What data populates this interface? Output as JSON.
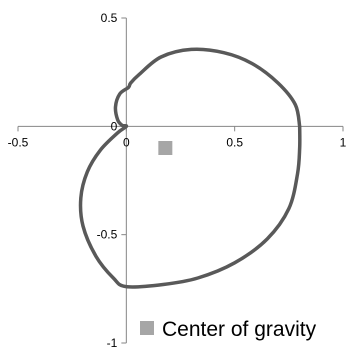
{
  "chart_data": {
    "type": "scatter",
    "title": "",
    "xlabel": "",
    "ylabel": "",
    "xlim": [
      -0.5,
      1
    ],
    "ylim": [
      -1,
      0.5
    ],
    "x_ticks": [
      -0.5,
      0,
      0.5,
      1
    ],
    "y_ticks": [
      -1,
      -0.5,
      0,
      0.5
    ],
    "x_tick_labels": [
      "-0.5",
      "0",
      "0.5",
      "1"
    ],
    "y_tick_labels": [
      "-1",
      "-0.5",
      "0",
      "0.5"
    ],
    "grid": false,
    "legend_position": "bottom-right",
    "series": [
      {
        "kind": "line",
        "color": "#595959",
        "points": [
          [
            0.8,
            0
          ],
          [
            0.78,
            0.1
          ],
          [
            0.7,
            0.2
          ],
          [
            0.58,
            0.29
          ],
          [
            0.45,
            0.34
          ],
          [
            0.3,
            0.355
          ],
          [
            0.16,
            0.32
          ],
          [
            0.06,
            0.24
          ],
          [
            0.02,
            0.2
          ],
          [
            0.01,
            0.18
          ],
          [
            -0.03,
            0.15
          ],
          [
            -0.05,
            0.09
          ],
          [
            -0.04,
            0.03
          ],
          [
            -0.02,
            0.005
          ],
          [
            0,
            0
          ],
          [
            -0.04,
            -0.03
          ],
          [
            -0.12,
            -0.11
          ],
          [
            -0.18,
            -0.21
          ],
          [
            -0.21,
            -0.33
          ],
          [
            -0.2,
            -0.46
          ],
          [
            -0.14,
            -0.6
          ],
          [
            -0.06,
            -0.7
          ],
          [
            0,
            -0.74
          ],
          [
            0.17,
            -0.73
          ],
          [
            0.33,
            -0.7
          ],
          [
            0.5,
            -0.63
          ],
          [
            0.65,
            -0.52
          ],
          [
            0.75,
            -0.38
          ],
          [
            0.79,
            -0.22
          ],
          [
            0.8,
            -0.1
          ],
          [
            0.8,
            0
          ]
        ]
      },
      {
        "name": "Center of gravity",
        "kind": "marker",
        "color": "#a6a6a6",
        "points": [
          [
            0.18,
            -0.1
          ]
        ]
      }
    ]
  }
}
